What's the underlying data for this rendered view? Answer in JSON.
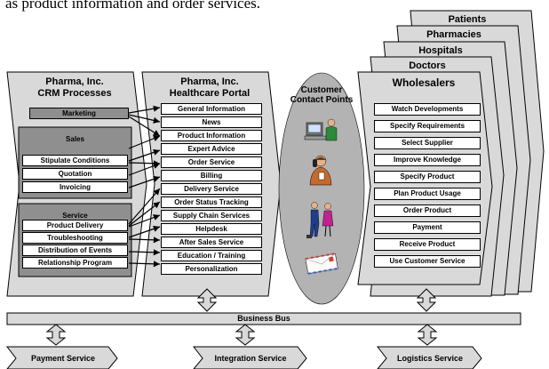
{
  "caption": "as product information and order services.",
  "crm": {
    "title_line1": "Pharma, Inc.",
    "title_line2": "CRM Processes",
    "marketing": "Marketing",
    "sales": {
      "label": "Sales",
      "items": [
        "Stipulate Conditions",
        "Quotation",
        "Invoicing"
      ]
    },
    "service": {
      "label": "Service",
      "items": [
        "Product Delivery",
        "Troubleshooting",
        "Distribution of Events",
        "Relationship Program"
      ]
    }
  },
  "portal": {
    "title_line1": "Pharma, Inc.",
    "title_line2": "Healthcare Portal",
    "items": [
      "General Information",
      "News",
      "Product Information",
      "Expert Advice",
      "Order Service",
      "Billing",
      "Delivery Service",
      "Order Status Tracking",
      "Supply Chain Services",
      "Helpdesk",
      "After Sales Service",
      "Education / Training",
      "Personalization"
    ]
  },
  "contact": {
    "title_line1": "Customer",
    "title_line2": "Contact Points",
    "icons": [
      "computer-user-icon",
      "telephone-person-icon",
      "meeting-people-icon",
      "mail-envelope-icon"
    ]
  },
  "customers": {
    "tabs": [
      "Patients",
      "Pharmacies",
      "Hospitals",
      "Doctors"
    ],
    "front_title": "Wholesalers",
    "items": [
      "Watch Developments",
      "Specify Requirements",
      "Select Supplier",
      "Improve Knowledge",
      "Specify Product",
      "Plan Product Usage",
      "Order Product",
      "Payment",
      "Receive Product",
      "Use Customer Service"
    ]
  },
  "bus": {
    "label": "Business Bus"
  },
  "services": [
    "Payment Service",
    "Integration Service",
    "Logistics Service"
  ],
  "colors": {
    "panel_fill": "#d9d9d9",
    "dark_bar": "#8f8f8f",
    "contact_fill": "#b3b3b3",
    "bus_fill": "#d9d9d9"
  }
}
